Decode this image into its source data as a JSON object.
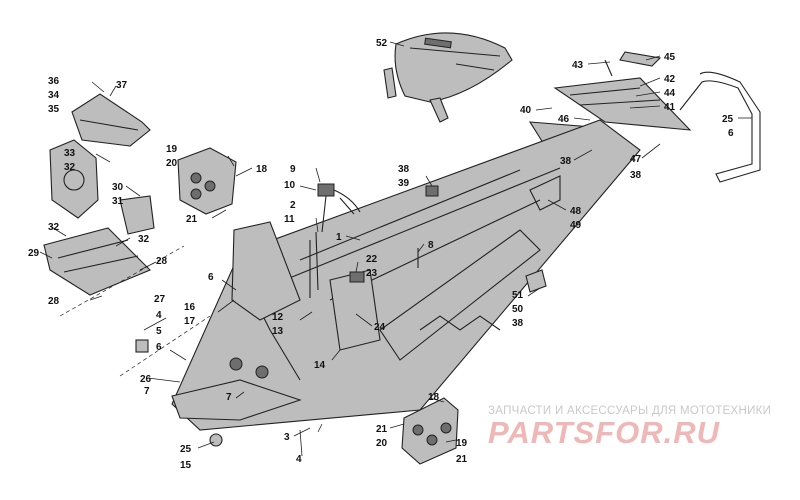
{
  "watermark": {
    "subtitle": "ЗАПЧАСТИ И АКСЕССУАРЫ ДЛЯ МОТОТЕХНИКИ",
    "logo": "PARTSFOR.RU",
    "logo_color": "#f0b7b7"
  },
  "callouts": [
    {
      "id": "c52a",
      "text": "52"
    },
    {
      "id": "c45",
      "text": "45"
    },
    {
      "id": "c43",
      "text": "43"
    },
    {
      "id": "c42",
      "text": "42"
    },
    {
      "id": "c44",
      "text": "44"
    },
    {
      "id": "c41",
      "text": "41"
    },
    {
      "id": "c40",
      "text": "40"
    },
    {
      "id": "c46",
      "text": "46"
    },
    {
      "id": "c25a",
      "text": "25"
    },
    {
      "id": "c6a",
      "text": "6"
    },
    {
      "id": "c38a",
      "text": "38"
    },
    {
      "id": "c47",
      "text": "47"
    },
    {
      "id": "c38b",
      "text": "38"
    },
    {
      "id": "c36",
      "text": "36"
    },
    {
      "id": "c37",
      "text": "37"
    },
    {
      "id": "c34",
      "text": "34"
    },
    {
      "id": "c35",
      "text": "35"
    },
    {
      "id": "c19a",
      "text": "19"
    },
    {
      "id": "c20a",
      "text": "20"
    },
    {
      "id": "c18a",
      "text": "18"
    },
    {
      "id": "c21a",
      "text": "21"
    },
    {
      "id": "c33",
      "text": "33"
    },
    {
      "id": "c32a",
      "text": "32"
    },
    {
      "id": "c30",
      "text": "30"
    },
    {
      "id": "c31",
      "text": "31"
    },
    {
      "id": "c32b",
      "text": "32"
    },
    {
      "id": "c32c",
      "text": "32"
    },
    {
      "id": "c29",
      "text": "29"
    },
    {
      "id": "c28a",
      "text": "28"
    },
    {
      "id": "c28b",
      "text": "28"
    },
    {
      "id": "c27",
      "text": "27"
    },
    {
      "id": "c9",
      "text": "9"
    },
    {
      "id": "c10",
      "text": "10"
    },
    {
      "id": "c2",
      "text": "2"
    },
    {
      "id": "c11",
      "text": "11"
    },
    {
      "id": "c1",
      "text": "1"
    },
    {
      "id": "c38c",
      "text": "38"
    },
    {
      "id": "c39",
      "text": "39"
    },
    {
      "id": "c48",
      "text": "48"
    },
    {
      "id": "c49",
      "text": "49"
    },
    {
      "id": "c8",
      "text": "8"
    },
    {
      "id": "c22",
      "text": "22"
    },
    {
      "id": "c23",
      "text": "23"
    },
    {
      "id": "c6b",
      "text": "6"
    },
    {
      "id": "c16",
      "text": "16"
    },
    {
      "id": "c17",
      "text": "17"
    },
    {
      "id": "c4a",
      "text": "4"
    },
    {
      "id": "c5",
      "text": "5"
    },
    {
      "id": "c6c",
      "text": "6"
    },
    {
      "id": "c12",
      "text": "12"
    },
    {
      "id": "c13",
      "text": "13"
    },
    {
      "id": "c24",
      "text": "24"
    },
    {
      "id": "c14",
      "text": "14"
    },
    {
      "id": "c26",
      "text": "26"
    },
    {
      "id": "c7a",
      "text": "7"
    },
    {
      "id": "c7b",
      "text": "7"
    },
    {
      "id": "c3",
      "text": "3"
    },
    {
      "id": "c25b",
      "text": "25"
    },
    {
      "id": "c15",
      "text": "15"
    },
    {
      "id": "c4b",
      "text": "4"
    },
    {
      "id": "c51",
      "text": "51"
    },
    {
      "id": "c50",
      "text": "50"
    },
    {
      "id": "c38d",
      "text": "38"
    },
    {
      "id": "c18b",
      "text": "18"
    },
    {
      "id": "c21b",
      "text": "21"
    },
    {
      "id": "c20b",
      "text": "20"
    },
    {
      "id": "c19b",
      "text": "19"
    },
    {
      "id": "c21c",
      "text": "21"
    }
  ]
}
